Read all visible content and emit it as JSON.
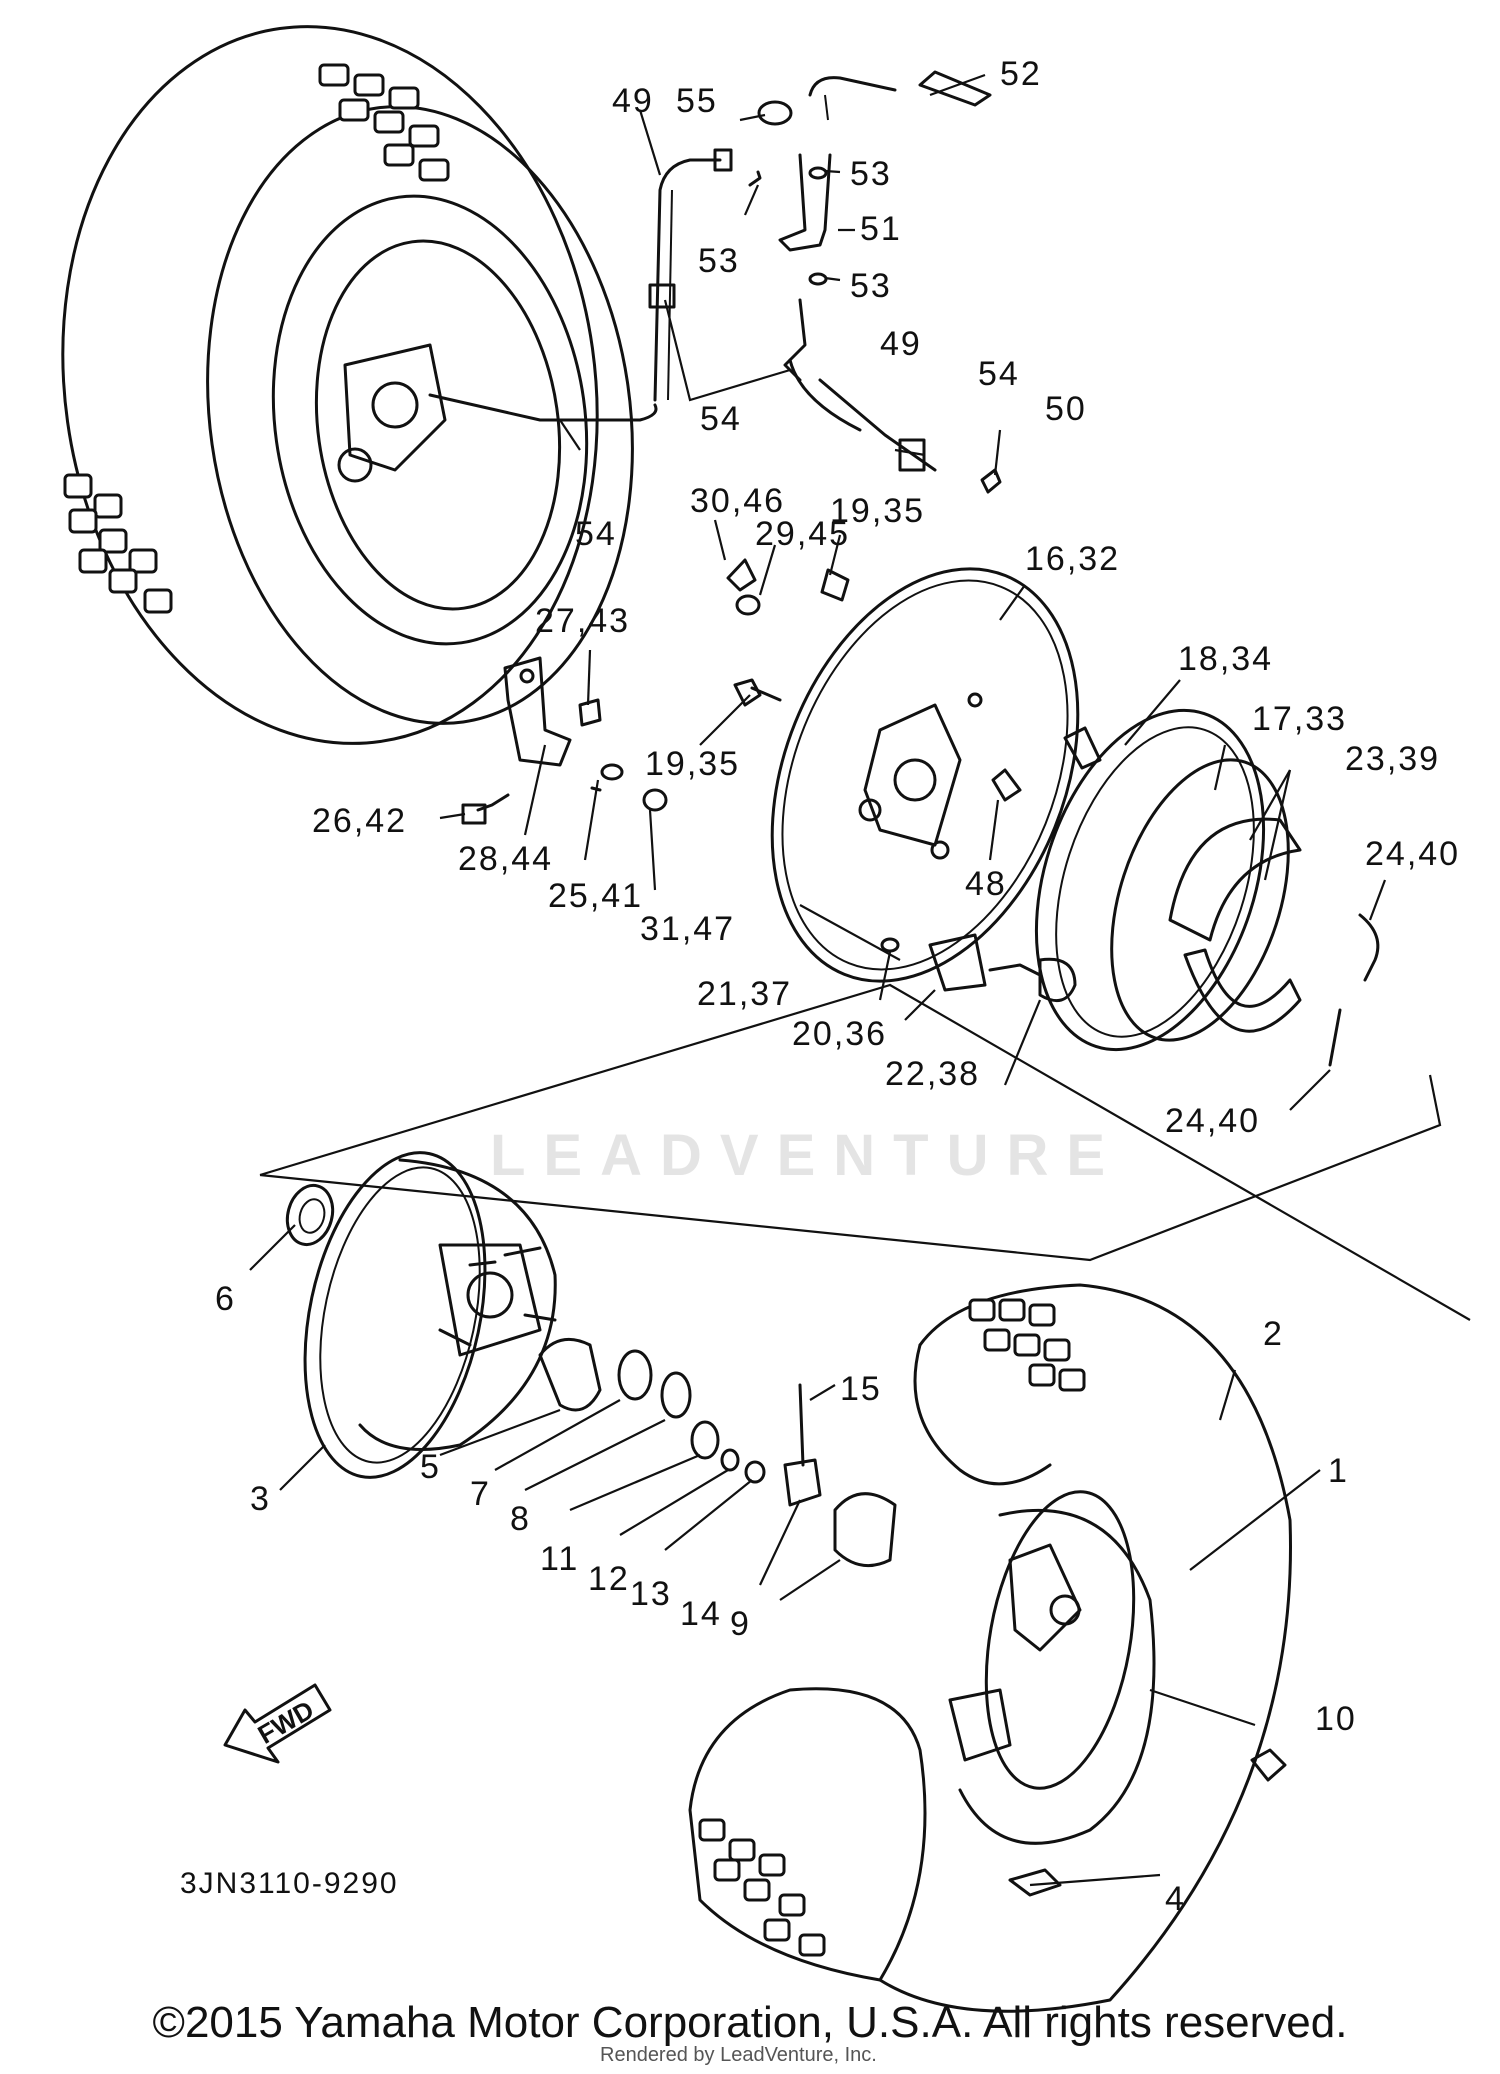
{
  "labels": [
    {
      "id": "49a",
      "text": "49"
    },
    {
      "id": "55",
      "text": "55"
    },
    {
      "id": "52",
      "text": "52"
    },
    {
      "id": "53a",
      "text": "53"
    },
    {
      "id": "53b",
      "text": "53"
    },
    {
      "id": "51",
      "text": "51"
    },
    {
      "id": "53c",
      "text": "53"
    },
    {
      "id": "49b",
      "text": "49"
    },
    {
      "id": "54a",
      "text": "54"
    },
    {
      "id": "54b",
      "text": "54"
    },
    {
      "id": "50",
      "text": "50"
    },
    {
      "id": "54c",
      "text": "54"
    },
    {
      "id": "30_46",
      "text": "30,46"
    },
    {
      "id": "29_45",
      "text": "29,45"
    },
    {
      "id": "19_35a",
      "text": "19,35"
    },
    {
      "id": "16_32",
      "text": "16,32"
    },
    {
      "id": "27_43",
      "text": "27,43"
    },
    {
      "id": "18_34",
      "text": "18,34"
    },
    {
      "id": "17_33",
      "text": "17,33"
    },
    {
      "id": "23_39",
      "text": "23,39"
    },
    {
      "id": "19_35b",
      "text": "19,35"
    },
    {
      "id": "24_40a",
      "text": "24,40"
    },
    {
      "id": "26_42",
      "text": "26,42"
    },
    {
      "id": "28_44",
      "text": "28,44"
    },
    {
      "id": "25_41",
      "text": "25,41"
    },
    {
      "id": "48",
      "text": "48"
    },
    {
      "id": "31_47",
      "text": "31,47"
    },
    {
      "id": "21_37",
      "text": "21,37"
    },
    {
      "id": "20_36",
      "text": "20,36"
    },
    {
      "id": "22_38",
      "text": "22,38"
    },
    {
      "id": "24_40b",
      "text": "24,40"
    },
    {
      "id": "6",
      "text": "6"
    },
    {
      "id": "2",
      "text": "2"
    },
    {
      "id": "15",
      "text": "15"
    },
    {
      "id": "1",
      "text": "1"
    },
    {
      "id": "3",
      "text": "3"
    },
    {
      "id": "5",
      "text": "5"
    },
    {
      "id": "7",
      "text": "7"
    },
    {
      "id": "8",
      "text": "8"
    },
    {
      "id": "11",
      "text": "11"
    },
    {
      "id": "12",
      "text": "12"
    },
    {
      "id": "13",
      "text": "13"
    },
    {
      "id": "14",
      "text": "14"
    },
    {
      "id": "9",
      "text": "9"
    },
    {
      "id": "10",
      "text": "10"
    },
    {
      "id": "4",
      "text": "4"
    }
  ],
  "fwd_label": "FWD",
  "drawing_number": "3JN3110-9290",
  "watermark": "LEADVENTURE",
  "copyright": "©2015 Yamaha Motor Corporation, U.S.A. All rights reserved.",
  "render_credit": "Rendered by LeadVenture, Inc."
}
